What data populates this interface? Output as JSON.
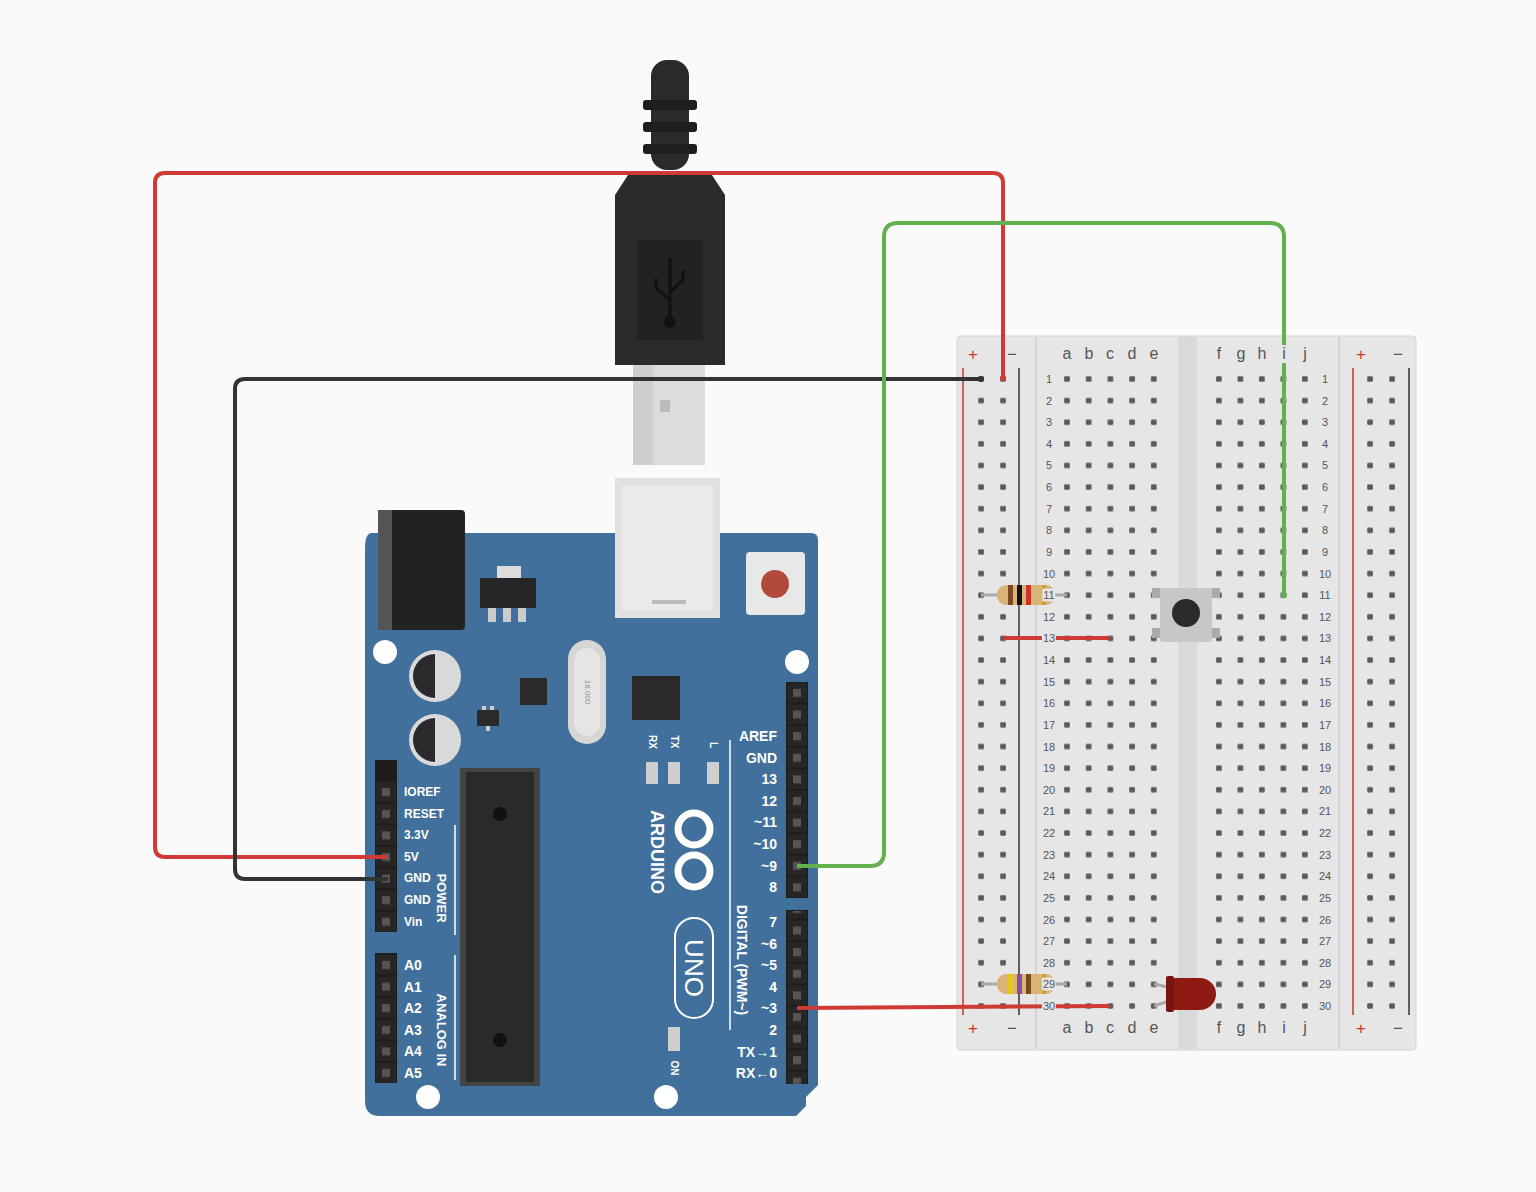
{
  "diagram": {
    "labels": [
      "IOREF",
      "RESET",
      "3.3V",
      "5V",
      "GND",
      "GND",
      "Vin",
      "POWER",
      "A0",
      "A1",
      "A2",
      "A3",
      "A4",
      "A5",
      "ANALOG IN",
      "AREF",
      "GND",
      "13",
      "12",
      "~11",
      "~10",
      "~9",
      "8",
      "7",
      "~6",
      "~5",
      "4",
      "~3",
      "2",
      "TX→1",
      "RX←0",
      "DIGITAL (PWM~)",
      "ARDUINO",
      "UNO",
      "RX",
      "TX",
      "L",
      "ON",
      "16.000",
      "+",
      "−",
      "a",
      "b",
      "c",
      "d",
      "e",
      "f",
      "g",
      "h",
      "i",
      "j",
      "+",
      "−",
      "+",
      "−",
      "a",
      "b",
      "c",
      "d",
      "e",
      "f",
      "g",
      "h",
      "i",
      "j",
      "+",
      "−",
      "1",
      "2",
      "3",
      "4",
      "5",
      "6",
      "7",
      "8",
      "9",
      "10",
      "11",
      "12",
      "13",
      "14",
      "15",
      "16",
      "17",
      "18",
      "19",
      "20",
      "21",
      "22",
      "23",
      "24",
      "25",
      "26",
      "27",
      "28",
      "29",
      "30",
      "1",
      "2",
      "3",
      "4",
      "5",
      "6",
      "7",
      "8",
      "9",
      "10",
      "11",
      "12",
      "13",
      "14",
      "15",
      "16",
      "17",
      "18",
      "19",
      "20",
      "21",
      "22",
      "23",
      "24",
      "25",
      "26",
      "27",
      "28",
      "29",
      "30"
    ]
  }
}
